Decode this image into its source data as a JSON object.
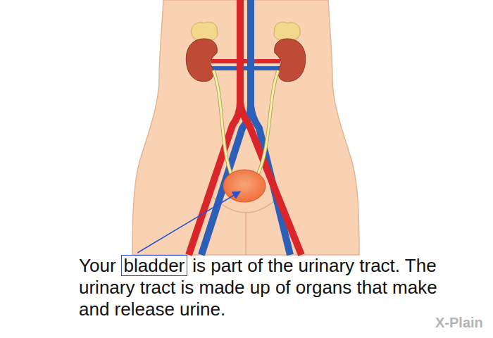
{
  "diagram": {
    "nodes": [
      {
        "text": [
          "bladder"
        ]
      }
    ],
    "labels": [
      "Your",
      "is part of the urinary tract. The urinary tract is made up of organs that make and release urine.",
      "X-Plain"
    ]
  }
}
